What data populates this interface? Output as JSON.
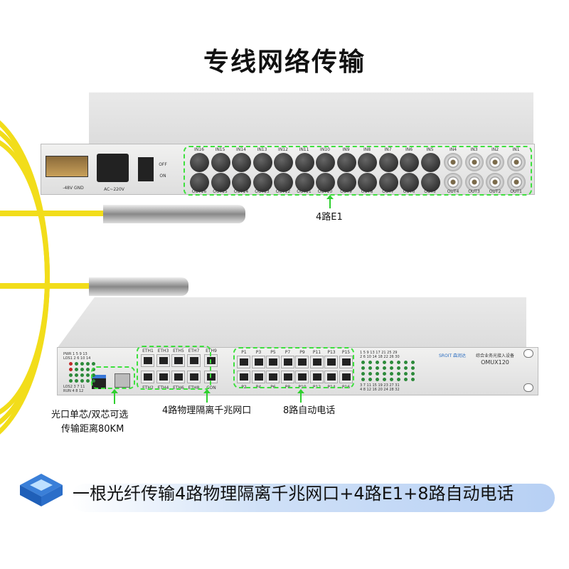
{
  "title": "专线网络传输",
  "top_device": {
    "in_labels": [
      "IN16",
      "IN15",
      "IN14",
      "IN13",
      "IN12",
      "IN11",
      "IN10",
      "IN9",
      "IN8",
      "IN7",
      "IN6",
      "IN5",
      "IN4",
      "IN3",
      "IN2",
      "IN1"
    ],
    "out_labels": [
      "OUT16",
      "OUT15",
      "OUT14",
      "OUT13",
      "OUT12",
      "OUT11",
      "OUT10",
      "OUT9",
      "OUT8",
      "OUT7",
      "OUT6",
      "OUT5",
      "OUT4",
      "OUT3",
      "OUT2",
      "OUT1"
    ],
    "power_dc_label": "-48V  GND",
    "power_ac_label": "AC~220V",
    "switch_off": "OFF",
    "switch_on": "ON",
    "callout": "4路E1"
  },
  "bottom_device": {
    "eth_top": [
      "ETH1",
      "ETH3",
      "ETH5",
      "ETH7",
      "ETH9"
    ],
    "eth_bottom": [
      "ETH2",
      "ETH4",
      "ETH6",
      "ETH8",
      "CON"
    ],
    "phone_top": [
      "P1",
      "P3",
      "P5",
      "P7",
      "P9",
      "P11",
      "P13",
      "P15"
    ],
    "phone_bottom": [
      "P2",
      "P4",
      "P6",
      "P8",
      "P10",
      "P12",
      "P14",
      "P16"
    ],
    "led_top_label": "PWR 1 5 9 13",
    "led_top_label2": "LOS1 2 6 10 14",
    "led_bottom_label": "LOS2 3 7 11",
    "led_bottom_label2": "RUN 4 8 12",
    "led_nums_top": "1 5 9 13 17 21 25 29",
    "led_nums_top2": "2 6 10 14 18 22 26 30",
    "led_nums_bottom": "3 7 11 15 19 23 27 31",
    "led_nums_bottom2": "4 8 12 16 20 24 28 32",
    "brand": "SROIT 森润达",
    "device_desc": "综合业务光接入设备",
    "model": "OMUX120",
    "callout_optical_1": "光口单芯/双芯可选",
    "callout_optical_2": "传输距离80KM",
    "callout_eth": "4路物理隔离千兆网口",
    "callout_phone": "8路自动电话"
  },
  "slogan": "一根光纤传输4路物理隔离千兆网口+4路E1+8路自动电话",
  "colors": {
    "highlight": "#3ee03e",
    "cable": "#f2dd1a",
    "banner": "#b7d0f4"
  }
}
